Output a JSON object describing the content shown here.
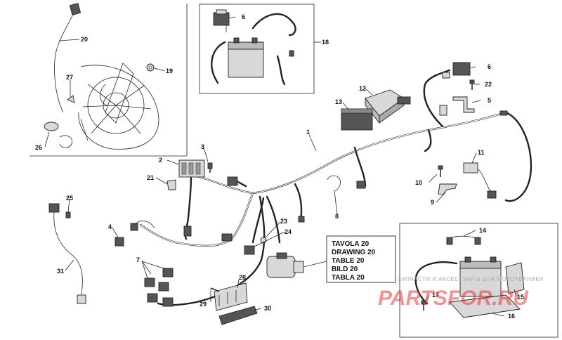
{
  "callouts": [
    "1",
    "2",
    "3",
    "4",
    "5",
    "6",
    "6",
    "7",
    "8",
    "9",
    "10",
    "11",
    "12",
    "13",
    "14",
    "15",
    "16",
    "17",
    "18",
    "19",
    "20",
    "21",
    "22",
    "23",
    "24",
    "25",
    "26",
    "27",
    "28",
    "29",
    "30",
    "31"
  ],
  "reference_lines": [
    "TAVOLA 20",
    "DRAWING 20",
    "TABLE 20",
    "BILD 20",
    "TABLA 20"
  ],
  "watermark": {
    "caption": "ЗАПЧАСТИ И АКСЕССУАРЫ ДЛЯ МОТОТЕХНИКИ",
    "brand": "PARTSFOR.RU"
  },
  "colors": {
    "line": "#222222",
    "watermark": "#e23b3b",
    "background": "#ffffff"
  }
}
